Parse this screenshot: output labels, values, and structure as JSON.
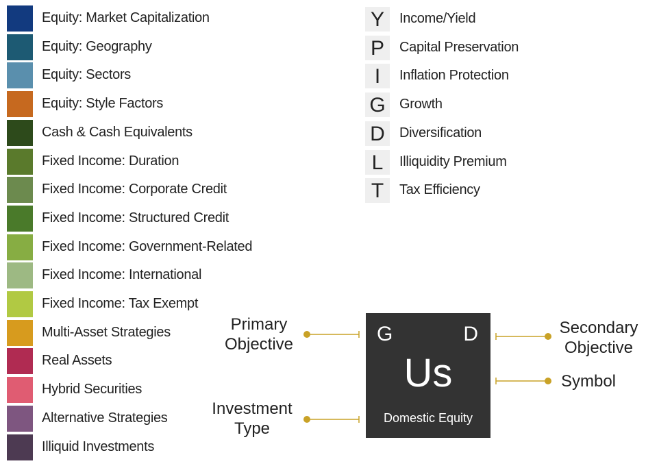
{
  "asset_classes": [
    {
      "label": "Equity: Market Capitalization",
      "color": "#123a7f"
    },
    {
      "label": "Equity: Geography",
      "color": "#1d5a73"
    },
    {
      "label": "Equity: Sectors",
      "color": "#5a8fad"
    },
    {
      "label": "Equity: Style Factors",
      "color": "#c6691f"
    },
    {
      "label": "Cash & Cash Equivalents",
      "color": "#2d4a1b"
    },
    {
      "label": "Fixed Income: Duration",
      "color": "#5a7a2c"
    },
    {
      "label": "Fixed Income: Corporate Credit",
      "color": "#6c8a4e"
    },
    {
      "label": "Fixed Income: Structured Credit",
      "color": "#4a7a2a"
    },
    {
      "label": "Fixed Income: Government-Related",
      "color": "#87ad43"
    },
    {
      "label": "Fixed Income: International",
      "color": "#9db983"
    },
    {
      "label": "Fixed Income: Tax Exempt",
      "color": "#b1c943"
    },
    {
      "label": "Multi-Asset Strategies",
      "color": "#d79b1e"
    },
    {
      "label": "Real Assets",
      "color": "#b02b52"
    },
    {
      "label": "Hybrid Securities",
      "color": "#e05c72"
    },
    {
      "label": "Alternative Strategies",
      "color": "#7e5680"
    },
    {
      "label": "Illiquid Investments",
      "color": "#4d3a52"
    }
  ],
  "objectives": [
    {
      "letter": "Y",
      "label": "Income/Yield"
    },
    {
      "letter": "P",
      "label": "Capital Preservation"
    },
    {
      "letter": "I",
      "label": "Inflation Protection"
    },
    {
      "letter": "G",
      "label": "Growth"
    },
    {
      "letter": "D",
      "label": "Diversification"
    },
    {
      "letter": "L",
      "label": "Illiquidity Premium"
    },
    {
      "letter": "T",
      "label": "Tax Efficiency"
    }
  ],
  "key": {
    "primary_letter": "G",
    "secondary_letter": "D",
    "symbol": "Us",
    "type_label": "Domestic Equity",
    "box_color": "#333333",
    "connector_color": "#c9a227"
  },
  "callouts": {
    "primary_line1": "Primary",
    "primary_line2": "Objective",
    "type_line1": "Investment",
    "type_line2": "Type",
    "secondary_line1": "Secondary",
    "secondary_line2": "Objective",
    "symbol": "Symbol"
  }
}
